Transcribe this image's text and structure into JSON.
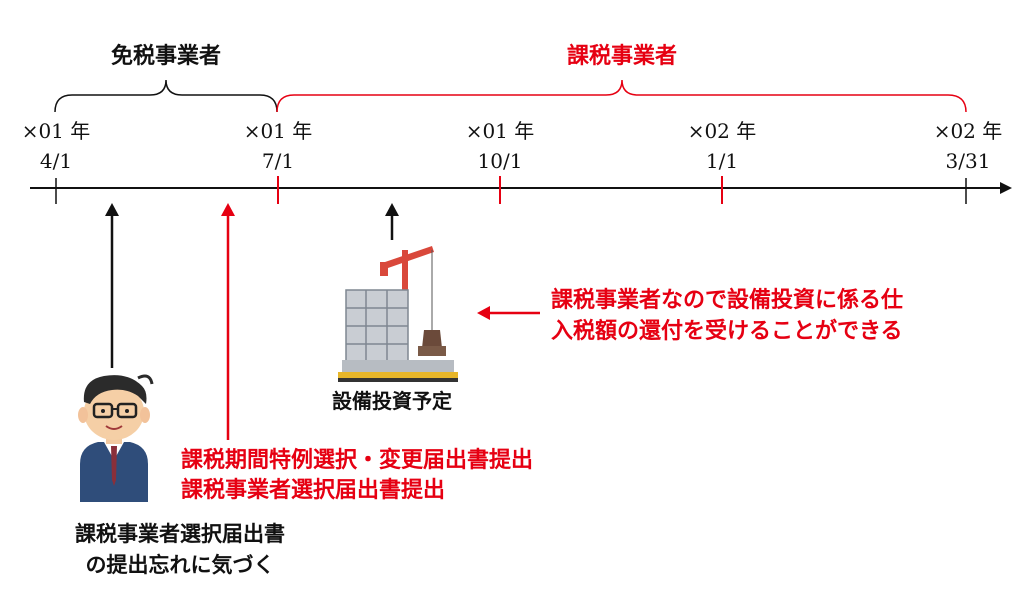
{
  "periods": {
    "exempt": "免税事業者",
    "taxable": "課税事業者"
  },
  "dates": [
    {
      "year": "×01 年",
      "day": "4/1"
    },
    {
      "year": "×01 年",
      "day": "7/1"
    },
    {
      "year": "×01 年",
      "day": "10/1"
    },
    {
      "year": "×02 年",
      "day": "1/1"
    },
    {
      "year": "×02 年",
      "day": "3/31"
    }
  ],
  "annotations": {
    "refund_line1": "課税事業者なので設備投資に係る仕",
    "refund_line2": "入税額の還付を受けることができる",
    "investment": "設備投資予定",
    "filing_line1": "課税期間特例選択・変更届出書提出",
    "filing_line2": "課税事業者選択届出書提出",
    "forgot_line1": "課税事業者選択届出書",
    "forgot_line2": "の提出忘れに気づく"
  },
  "colors": {
    "red": "#e60012",
    "black": "#111111"
  }
}
